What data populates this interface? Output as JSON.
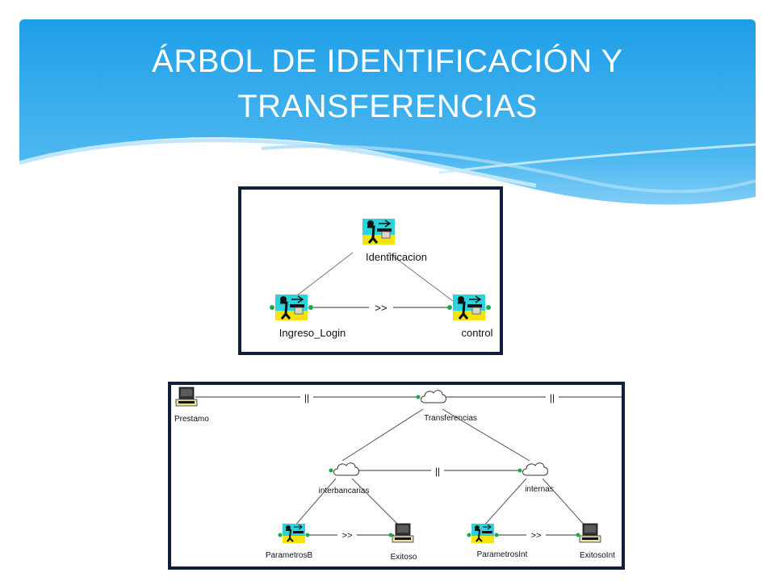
{
  "slide": {
    "title_line1": "ÁRBOL DE IDENTIFICACIÓN Y",
    "title_line2": "TRANSFERENCIAS"
  },
  "colors": {
    "header_top": "#1e9ee8",
    "header_bottom": "#7ccbf5",
    "panel_border": "#0f1f3d",
    "icon_cyan": "#2bd4dc",
    "icon_yellow": "#f4e30c",
    "dot_green": "#1aa84a"
  },
  "diagram_top": {
    "nodes": {
      "root": "Identificacion",
      "left": "Ingreso_Login",
      "right": "control"
    },
    "operator": ">>"
  },
  "diagram_bottom": {
    "nodes": {
      "prestamo": "Prestamo",
      "transferencias": "Transferencias",
      "interbancarias": "interbancarias",
      "internas": "internas",
      "parametrosB": "ParametrosB",
      "exitoso": "Exitoso",
      "parametrosInt": "ParametrosInt",
      "exitosoInt": "ExitosoInt"
    },
    "op_parallel": "||",
    "op_sequence": ">>"
  }
}
